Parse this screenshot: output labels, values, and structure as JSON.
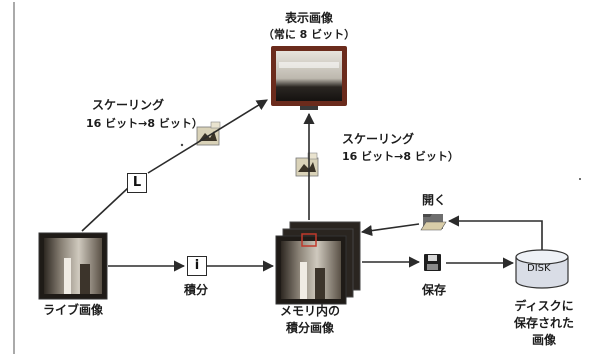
{
  "labels": {
    "display_title": "表示画像",
    "display_sub": "（常に 8 ビット）",
    "scaling_left_1": "スケーリング",
    "scaling_left_2": "16 ビット→8 ビット）",
    "scaling_right_1": "スケーリング",
    "scaling_right_2": "16 ビット→8 ビット）",
    "open": "開く",
    "live_image": "ライブ画像",
    "integrate": "積分",
    "memory_1": "メモリ内の",
    "memory_2": "積分画像",
    "save": "保存",
    "disk_saved_1": "ディスクに",
    "disk_saved_2": "保存された",
    "disk_saved_3": "画像",
    "disk": "DISK"
  },
  "badges": {
    "log": "L",
    "integrate": "i"
  },
  "colors": {
    "arrow": "#2b2b2b",
    "monitor_frame": "#6b2b1c",
    "screen_dark": "#1e1e1e",
    "image_light": "#d8d4cc",
    "image_dark": "#3a342c",
    "disk_fill": "#d9dde6",
    "highlight": "#c0392b"
  },
  "icons": [
    "monitor-icon",
    "scaling-icon",
    "log-scale-icon",
    "integrate-icon",
    "open-folder-icon",
    "floppy-disk-icon",
    "disk-drive-icon"
  ]
}
